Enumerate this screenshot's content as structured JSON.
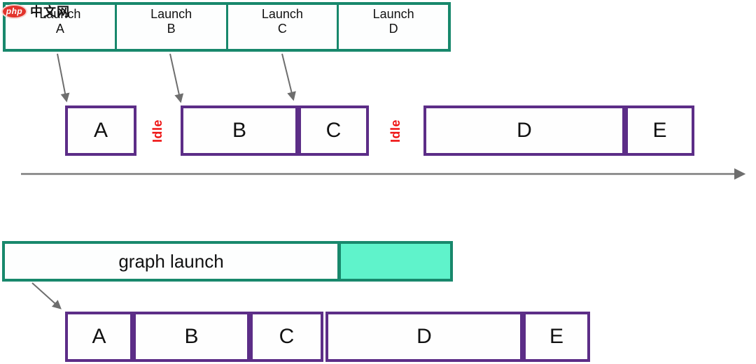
{
  "watermark": {
    "brand": "php",
    "site": "中文网"
  },
  "launch_row": {
    "items": [
      {
        "label": "Launch\nA"
      },
      {
        "label": "Launch\nB"
      },
      {
        "label": "Launch\nC"
      },
      {
        "label": "Launch\nD"
      }
    ]
  },
  "stream_row": {
    "boxes": [
      {
        "label": "A"
      },
      {
        "label": "B"
      },
      {
        "label": "C"
      },
      {
        "label": "D"
      },
      {
        "label": "E"
      }
    ],
    "idle_labels": [
      {
        "label": "Idle"
      },
      {
        "label": "Idle"
      }
    ]
  },
  "graph_launch": {
    "label": "graph launch"
  },
  "graph_row": {
    "boxes": [
      {
        "label": "A"
      },
      {
        "label": "B"
      },
      {
        "label": "C"
      },
      {
        "label": "D"
      },
      {
        "label": "E"
      }
    ]
  },
  "colors": {
    "teal_border": "#18886c",
    "mint_fill": "#5ff3cb",
    "purple_border": "#5c2d87",
    "idle_red": "#ee1111",
    "arrow_gray": "#6e6e6e",
    "logo_red": "#e2342c"
  }
}
